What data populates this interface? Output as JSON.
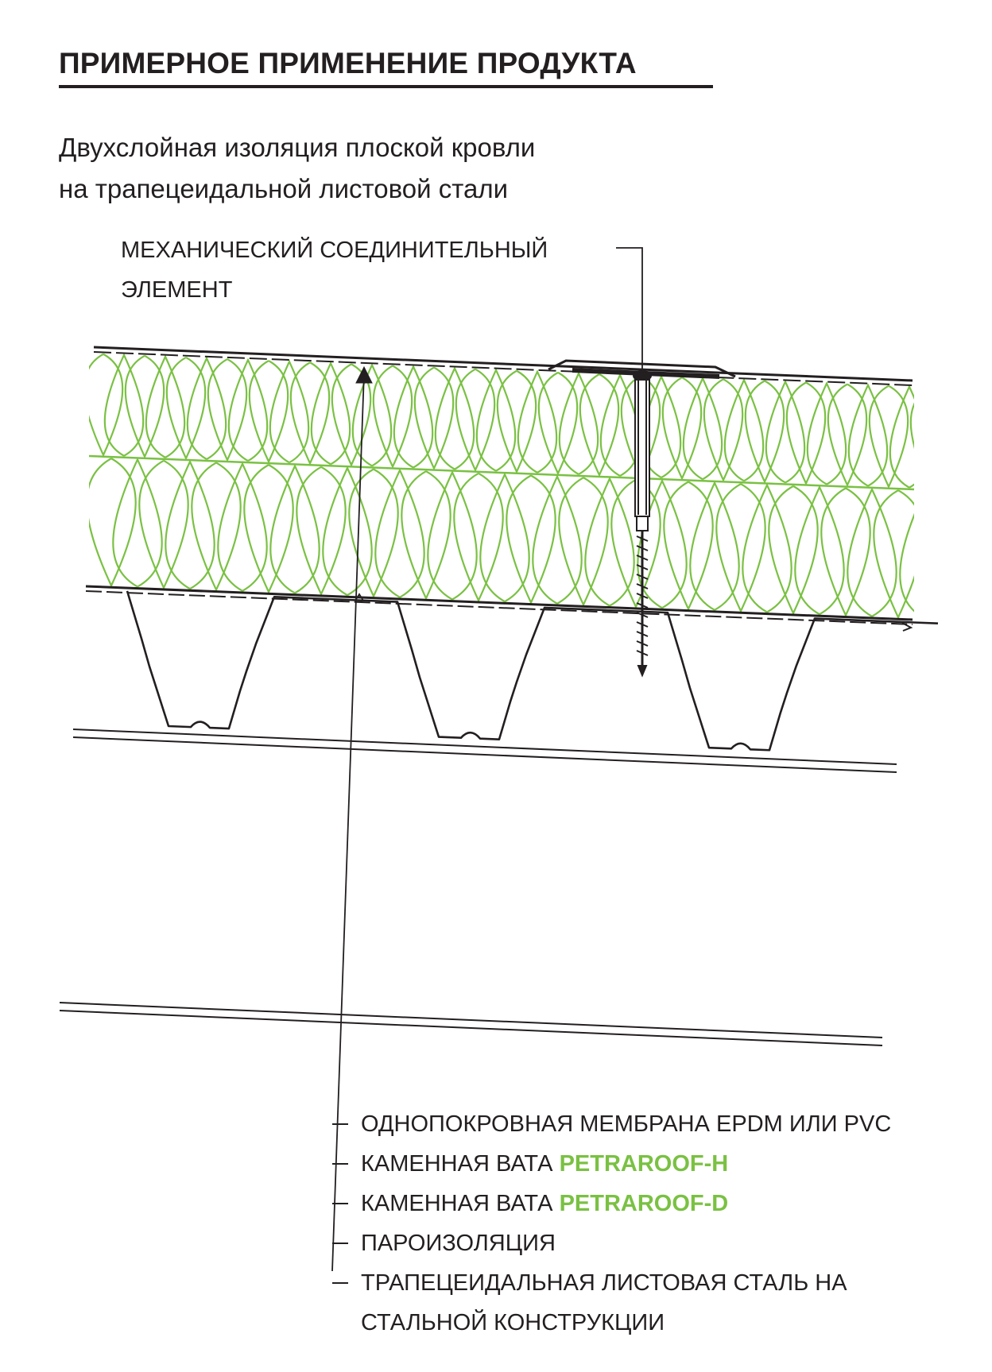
{
  "header": {
    "title": "ПРИМЕРНОЕ ПРИМЕНЕНИЕ ПРОДУКТА",
    "subtitle_line1": "Двухслойная изоляция плоской кровли",
    "subtitle_line2": "на трапецеидальной листовой стали"
  },
  "callout": {
    "line1": "МЕХАНИЧЕСКИЙ СОЕДИНИТЕЛЬНЫЙ",
    "line2": "ЭЛЕМЕНТ"
  },
  "legend": {
    "items": [
      {
        "text": "ОДНОПОКРОВНАЯ МЕМБРАНА EPDM ИЛИ PVC",
        "highlight": ""
      },
      {
        "text": "КАМЕННАЯ ВАТА ",
        "highlight": "PETRAROOF-H"
      },
      {
        "text": "КАМЕННАЯ ВАТА ",
        "highlight": "PETRAROOF-D"
      },
      {
        "text": "ПАРОИЗОЛЯЦИЯ",
        "highlight": ""
      },
      {
        "text": "ТРАПЕЦЕИДАЛЬНАЯ ЛИСТОВАЯ СТАЛЬ НА",
        "text2": "СТАЛЬНОЙ КОНСТРУКЦИИ",
        "highlight": ""
      }
    ]
  },
  "colors": {
    "ink": "#231f20",
    "insulation": "#7ac143"
  }
}
